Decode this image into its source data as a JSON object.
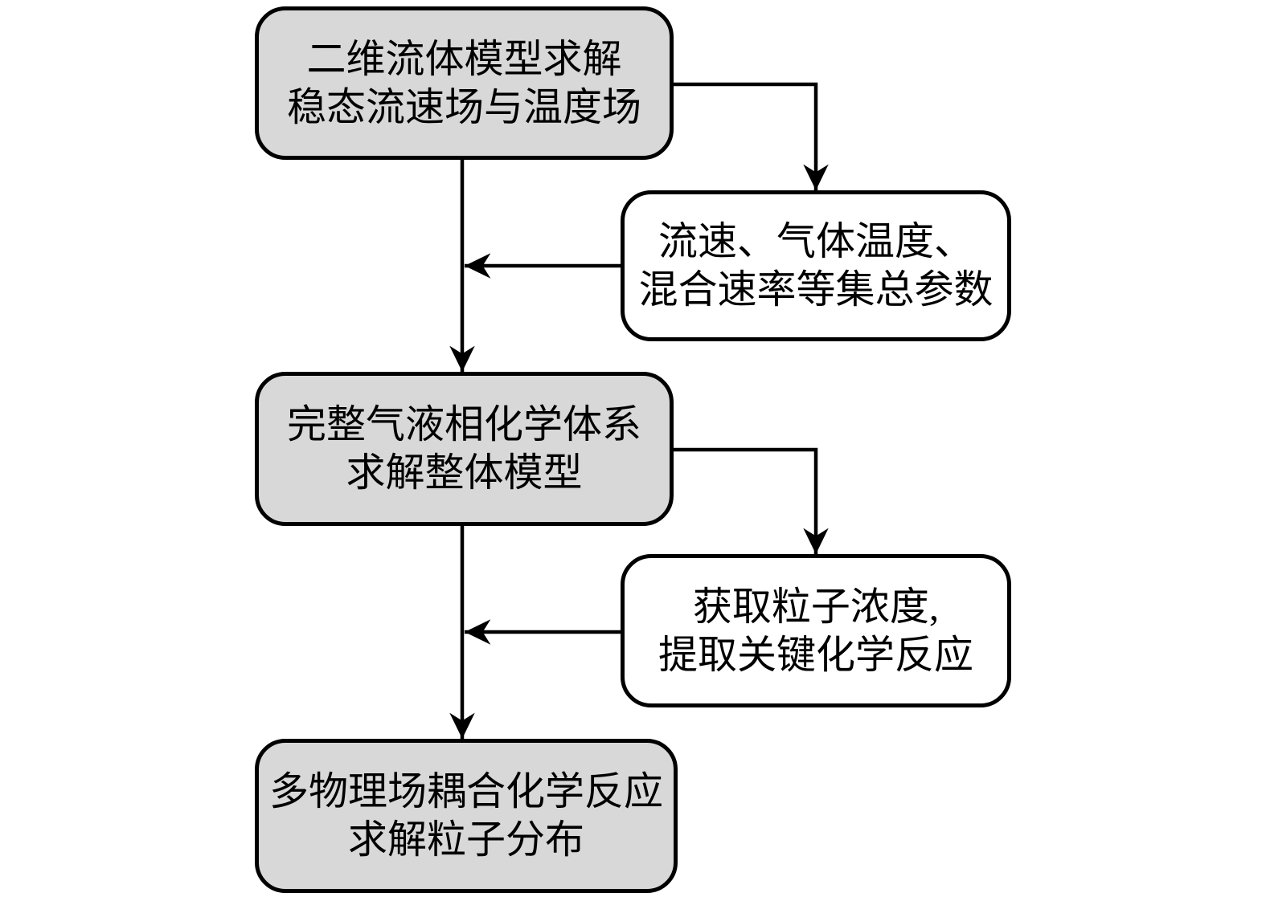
{
  "flowchart": {
    "colors": {
      "background": "#ffffff",
      "node_fill_primary": "#d8d8d8",
      "node_fill_secondary": "#ffffff",
      "stroke": "#000000",
      "text": "#000000"
    },
    "nodes": {
      "fluid_model": {
        "line1": "二维流体模型求解",
        "line2": "稳态流速场与温度场"
      },
      "lumped_params": {
        "line1": "流速、气体温度、",
        "line2": "混合速率等集总参数"
      },
      "full_chemistry": {
        "line1": "完整气液相化学体系",
        "line2": "求解整体模型"
      },
      "particle_extract": {
        "line1": "获取粒子浓度,",
        "line2": "提取关键化学反应"
      },
      "multiphysics": {
        "line1": "多物理场耦合化学反应",
        "line2": "求解粒子分布"
      }
    }
  }
}
